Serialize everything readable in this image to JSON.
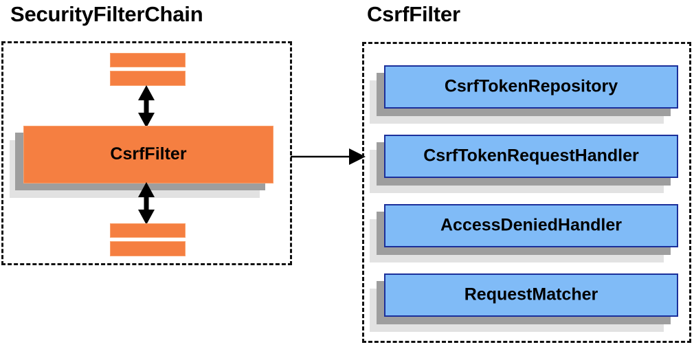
{
  "diagram": {
    "title_left": "SecurityFilterChain",
    "title_right": "CsrfFilter",
    "colors": {
      "orange_fill": "#f57f41",
      "orange_border": "#f9a06b",
      "blue_fill": "#80bbf7",
      "blue_border": "#1b2f9a",
      "shadow_dark": "#9e9e9e",
      "shadow_light": "#e2e2e2",
      "container_border": "#111111",
      "arrow": "#000000",
      "background": "#ffffff"
    }
  },
  "chain_panel": {
    "title": "SecurityFilterChain",
    "main_filter": {
      "label": "CsrfFilter"
    },
    "stub_bars_above": [
      {
        "name": "filter-stub-above-1"
      },
      {
        "name": "filter-stub-above-2"
      }
    ],
    "stub_bars_below": [
      {
        "name": "filter-stub-below-1"
      },
      {
        "name": "filter-stub-below-2"
      }
    ],
    "arrow_up_label": "",
    "arrow_down_label": ""
  },
  "filter_panel": {
    "title": "CsrfFilter",
    "collaborators": [
      {
        "label": "CsrfTokenRepository"
      },
      {
        "label": "CsrfTokenRequestHandler"
      },
      {
        "label": "AccessDeniedHandler"
      },
      {
        "label": "RequestMatcher"
      }
    ]
  },
  "connector": {
    "from": "CsrfFilter",
    "to": "CsrfFilter detail panel",
    "style": "single-headed-arrow"
  }
}
